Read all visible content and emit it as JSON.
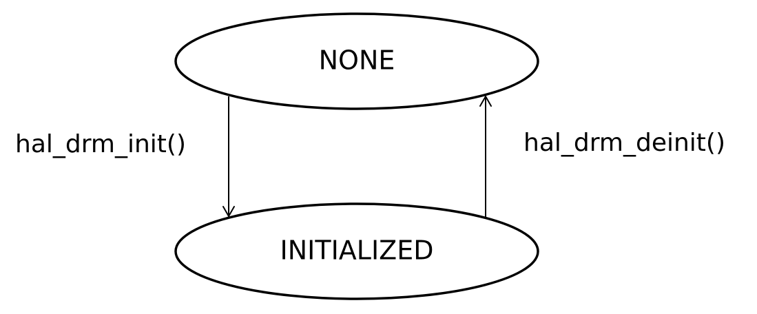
{
  "states": {
    "none": {
      "label": "NONE"
    },
    "initialized": {
      "label": "INITIALIZED"
    }
  },
  "transitions": {
    "init": {
      "label": "hal_drm_init()",
      "from": "NONE",
      "to": "INITIALIZED"
    },
    "deinit": {
      "label": "hal_drm_deinit()",
      "from": "INITIALIZED",
      "to": "NONE"
    }
  },
  "colors": {
    "stroke": "#000000",
    "background": "#ffffff"
  }
}
